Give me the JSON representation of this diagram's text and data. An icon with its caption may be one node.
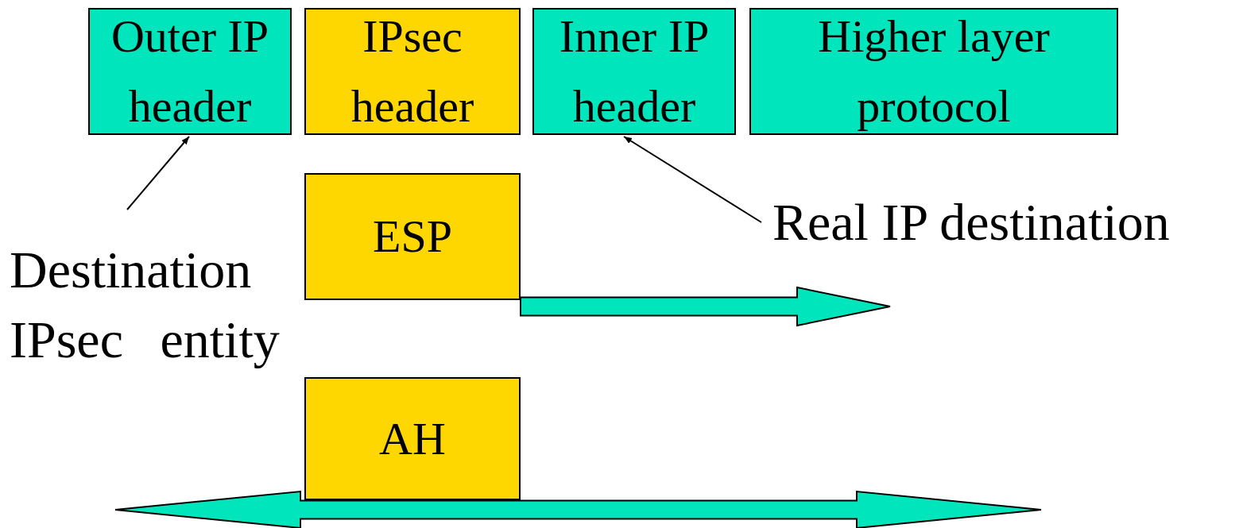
{
  "diagram": {
    "nodes": [
      {
        "text": [
          "Outer IP header"
        ]
      },
      {
        "text": [
          "IPsec header"
        ]
      },
      {
        "text": [
          "Inner IP header"
        ]
      },
      {
        "text": [
          "Higher layer protocol"
        ]
      },
      {
        "text": [
          "ESP"
        ]
      },
      {
        "text": [
          "AH"
        ]
      },
      {
        "text": [
          "Destination IPsec entity"
        ]
      },
      {
        "text": [
          "Real IP destination"
        ]
      }
    ],
    "edges": [
      {
        "from": 6,
        "to": 0,
        "arrow": "to"
      },
      {
        "from": 7,
        "to": 2,
        "arrow": "to"
      },
      {
        "from": 4,
        "to": null,
        "arrow": "to",
        "style": "thick",
        "color": "#00e5bb"
      },
      {
        "from": 5,
        "to": null,
        "arrow": "to",
        "style": "thick",
        "color": "#00e5bb"
      },
      {
        "from": 5,
        "to": null,
        "arrow": "to",
        "style": "thick",
        "color": "#00e5bb"
      }
    ]
  }
}
